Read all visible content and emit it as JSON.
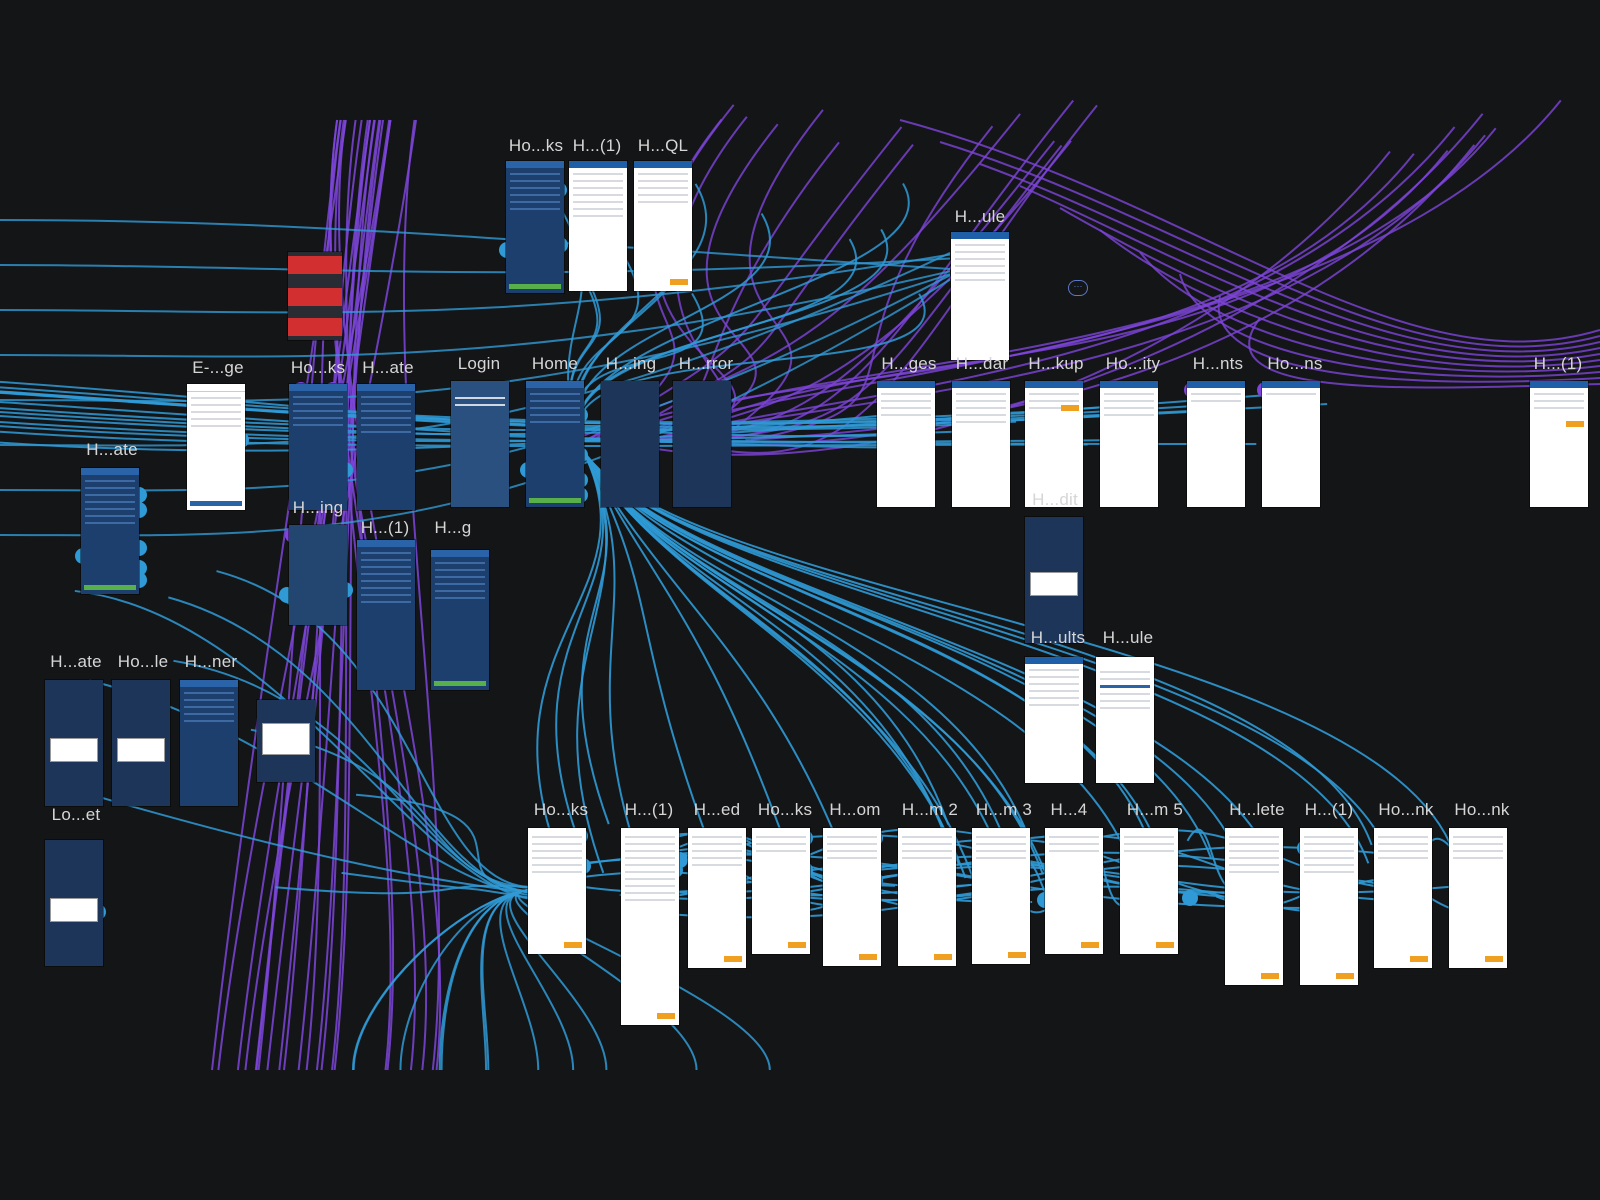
{
  "canvas": {
    "background": "#141517",
    "wire_colors": {
      "navigation": "#2f9ad6",
      "overlay": "#7d45d9"
    }
  },
  "frames": [
    {
      "id": "ho-ks-top",
      "label": "Ho...ks",
      "style": "dark"
    },
    {
      "id": "h-1-top",
      "label": "H...(1)",
      "style": "light"
    },
    {
      "id": "h-ql",
      "label": "H...QL",
      "style": "light"
    },
    {
      "id": "h-ule-top",
      "label": "H...ule",
      "style": "light"
    },
    {
      "id": "e-ge",
      "label": "E-...ge",
      "style": "light"
    },
    {
      "id": "ho-ks-mid",
      "label": "Ho...ks",
      "style": "dark"
    },
    {
      "id": "h-ate-mid",
      "label": "H...ate",
      "style": "dark"
    },
    {
      "id": "login",
      "label": "Login",
      "style": "dark"
    },
    {
      "id": "home",
      "label": "Home",
      "style": "dark"
    },
    {
      "id": "h-ing-top",
      "label": "H...ing",
      "style": "dark"
    },
    {
      "id": "h-rror",
      "label": "H...rror",
      "style": "dark"
    },
    {
      "id": "h-ges",
      "label": "H...ges",
      "style": "light"
    },
    {
      "id": "h-dar",
      "label": "H...dar",
      "style": "light"
    },
    {
      "id": "h-kup",
      "label": "H...kup",
      "style": "light"
    },
    {
      "id": "ho-ity",
      "label": "Ho...ity",
      "style": "light"
    },
    {
      "id": "h-nts",
      "label": "H...nts",
      "style": "light"
    },
    {
      "id": "ho-ns",
      "label": "Ho...ns",
      "style": "light"
    },
    {
      "id": "h-1-right",
      "label": "H...(1)",
      "style": "light"
    },
    {
      "id": "h-ate-left",
      "label": "H...ate",
      "style": "dark"
    },
    {
      "id": "h-ing-mid",
      "label": "H...ing",
      "style": "dark"
    },
    {
      "id": "h-1-mid",
      "label": "H...(1)",
      "style": "dark"
    },
    {
      "id": "h-g",
      "label": "H...g",
      "style": "dark"
    },
    {
      "id": "h-dit",
      "label": "H...dit",
      "style": "dark"
    },
    {
      "id": "h-ults",
      "label": "H...ults",
      "style": "light"
    },
    {
      "id": "h-ule-mid",
      "label": "H...ule",
      "style": "light"
    },
    {
      "id": "h-ate-low",
      "label": "H...ate",
      "style": "dark"
    },
    {
      "id": "ho-le",
      "label": "Ho...le",
      "style": "dark"
    },
    {
      "id": "h-ner",
      "label": "H...ner",
      "style": "dark"
    },
    {
      "id": "lo-et",
      "label": "Lo...et",
      "style": "dark"
    },
    {
      "id": "b-ho-ks-1",
      "label": "Ho...ks",
      "style": "light"
    },
    {
      "id": "b-h-1-1",
      "label": "H...(1)",
      "style": "light"
    },
    {
      "id": "b-h-ed",
      "label": "H...ed",
      "style": "light"
    },
    {
      "id": "b-ho-ks-2",
      "label": "Ho...ks",
      "style": "light"
    },
    {
      "id": "b-h-om",
      "label": "H...om",
      "style": "light"
    },
    {
      "id": "b-h-m2",
      "label": "H...m 2",
      "style": "light"
    },
    {
      "id": "b-h-m3",
      "label": "H...m 3",
      "style": "light"
    },
    {
      "id": "b-h-4",
      "label": "H...4",
      "style": "light"
    },
    {
      "id": "b-h-m5",
      "label": "H...m 5",
      "style": "light"
    },
    {
      "id": "b-h-lete",
      "label": "H...lete",
      "style": "light"
    },
    {
      "id": "b-h-1-2",
      "label": "H...(1)",
      "style": "light"
    },
    {
      "id": "b-ho-nk-1",
      "label": "Ho...nk",
      "style": "light"
    },
    {
      "id": "b-ho-nk-2",
      "label": "Ho...nk",
      "style": "light"
    }
  ]
}
